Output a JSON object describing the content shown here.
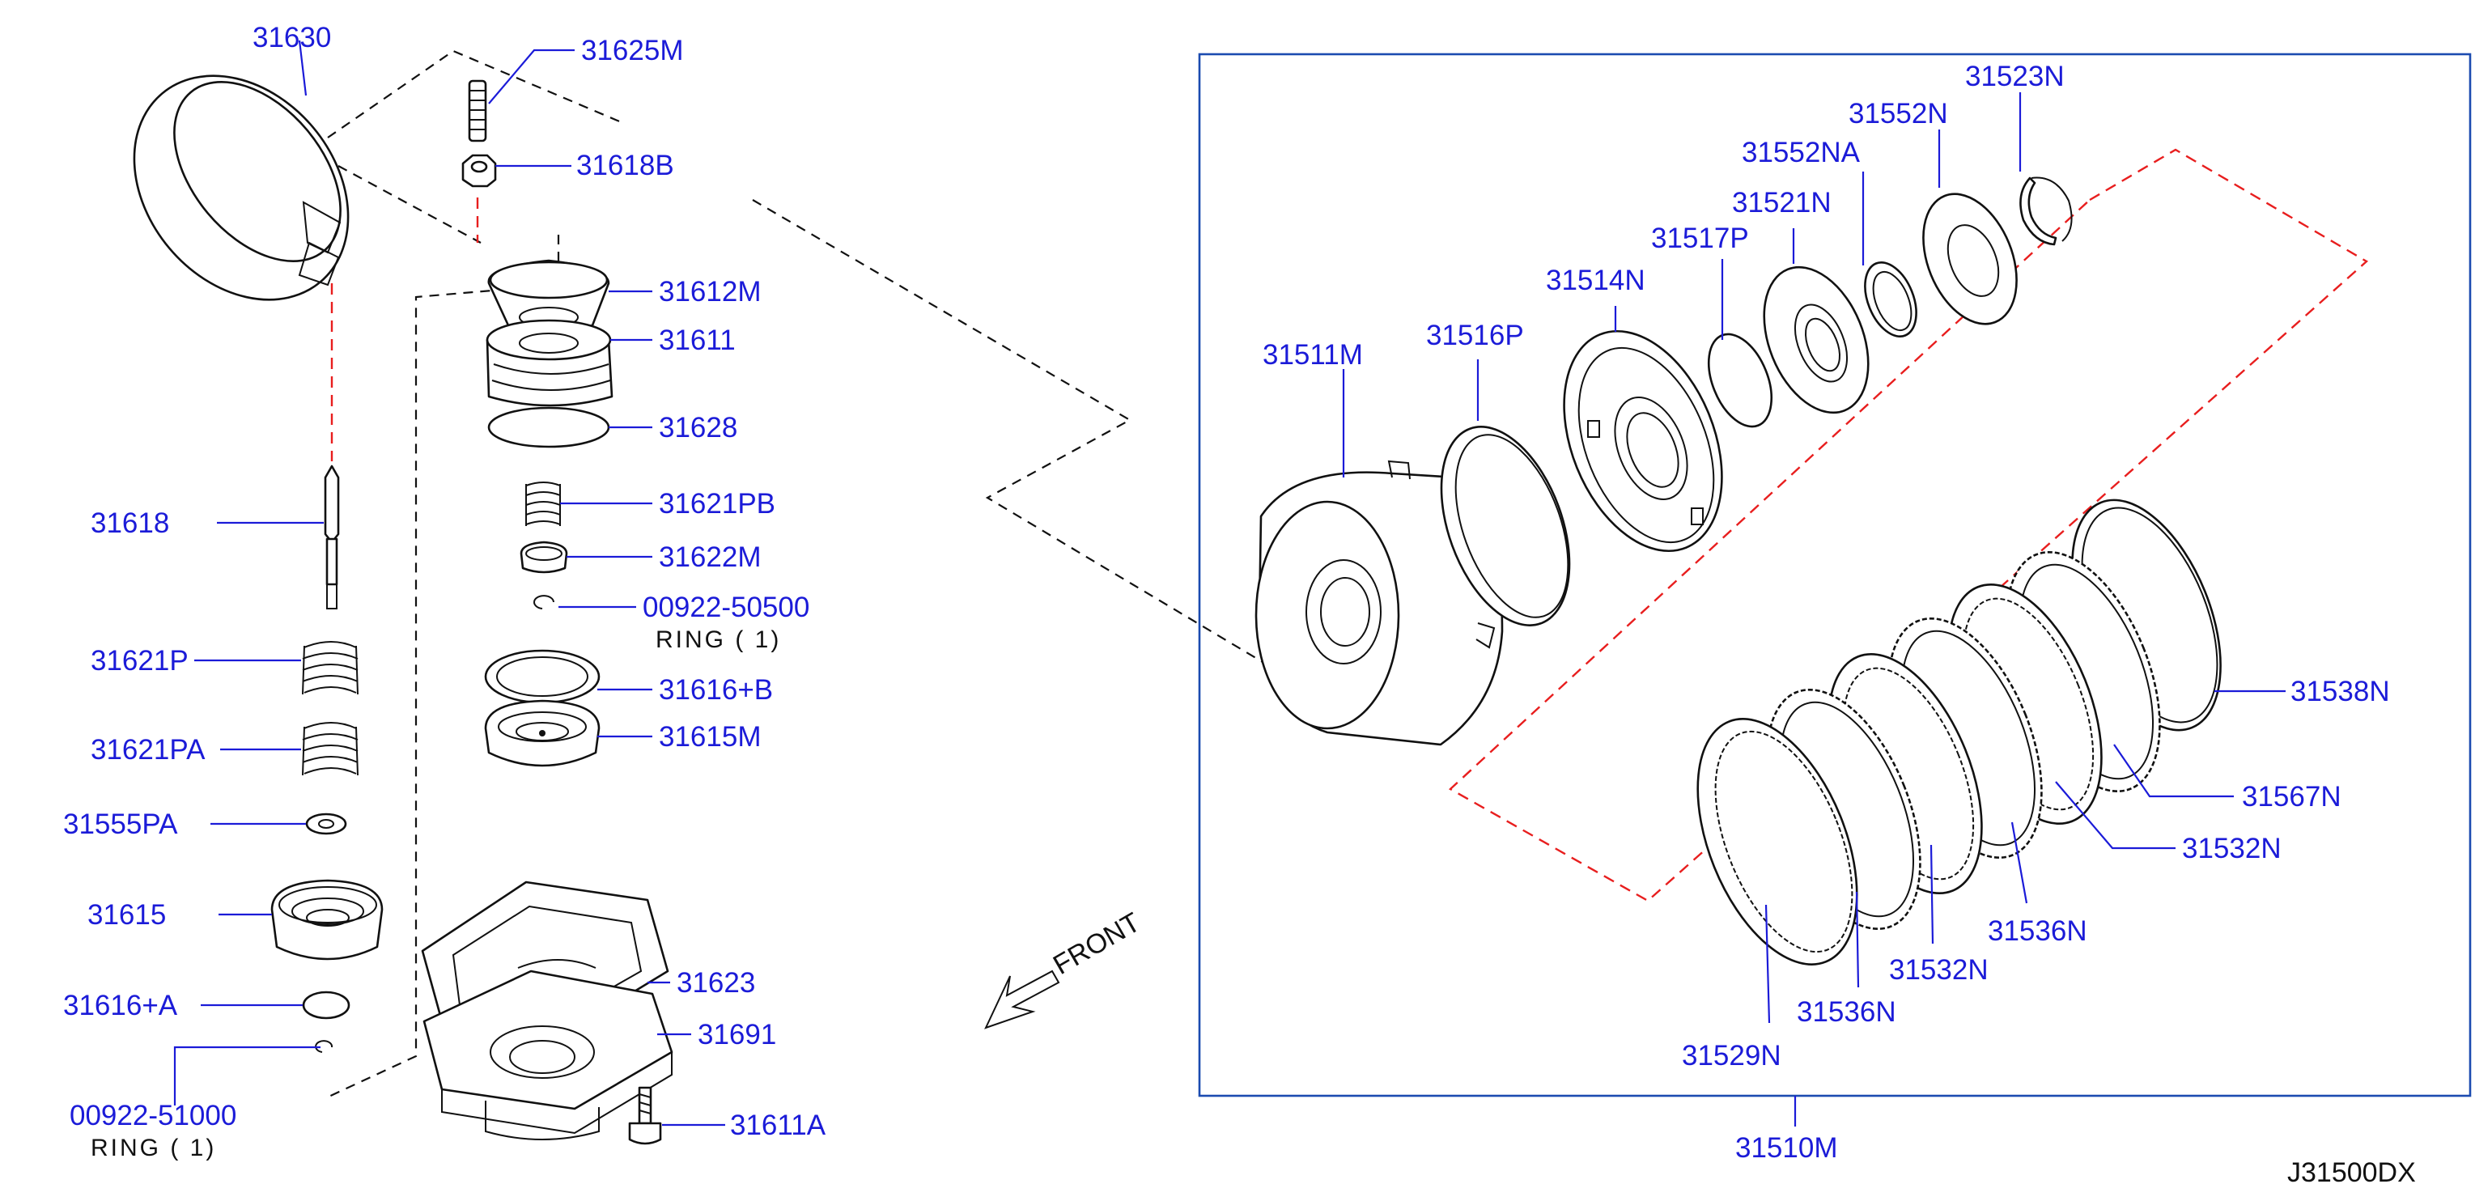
{
  "diagram_code": "J31500DX",
  "direction_label": "FRONT",
  "notes": {
    "ring_1": "RING ( 1)",
    "ring_2": "RING ( 1)"
  },
  "labels": {
    "p31630": "31630",
    "p31625m": "31625M",
    "p31618b": "31618B",
    "p31612m": "31612M",
    "p31611": "31611",
    "p31628": "31628",
    "p31621pb": "31621PB",
    "p31622m": "31622M",
    "p00922_50500": "00922-50500",
    "p31616b": "31616+B",
    "p31615m": "31615M",
    "p31618": "31618",
    "p31621p": "31621P",
    "p31621pa": "31621PA",
    "p31555pa": "31555PA",
    "p31615": "31615",
    "p31616a": "31616+A",
    "p00922_51000": "00922-51000",
    "p31623": "31623",
    "p31691": "31691",
    "p31611a": "31611A",
    "p31511m": "31511M",
    "p31516p": "31516P",
    "p31514n": "31514N",
    "p31517p": "31517P",
    "p31521n": "31521N",
    "p31552na": "31552NA",
    "p31552n": "31552N",
    "p31523n": "31523N",
    "p31538n": "31538N",
    "p31567n": "31567N",
    "p31532n_a": "31532N",
    "p31536n_a": "31536N",
    "p31532n_b": "31532N",
    "p31536n_b": "31536N",
    "p31529n": "31529N",
    "p31510m": "31510M"
  }
}
